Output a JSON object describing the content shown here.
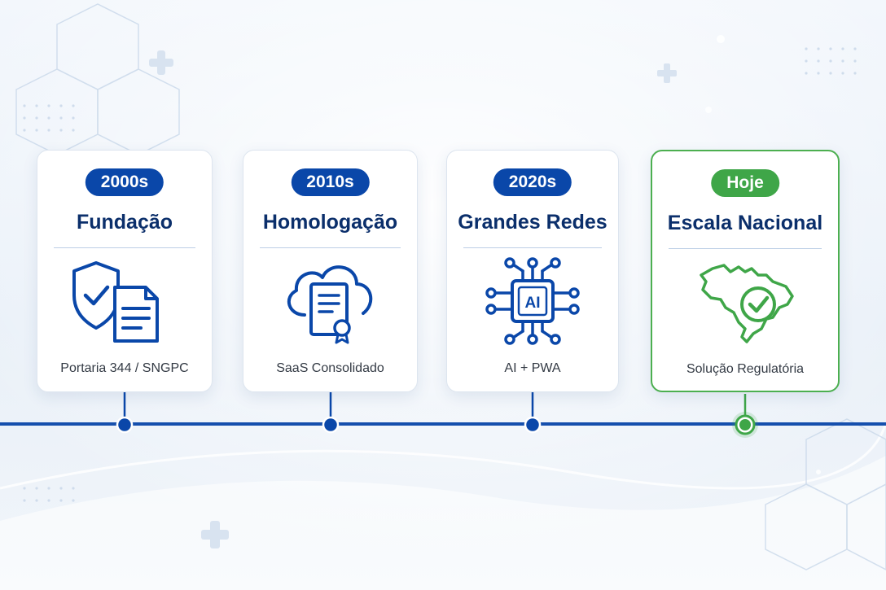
{
  "timeline": {
    "items": [
      {
        "period": "2000s",
        "title": "Fundação",
        "caption": "Portaria 344 / SNGPC",
        "icon": "shield-document-icon"
      },
      {
        "period": "2010s",
        "title": "Homologação",
        "caption": "SaaS Consolidado",
        "icon": "cloud-certificate-icon"
      },
      {
        "period": "2020s",
        "title": "Grandes Redes",
        "caption": "AI + PWA",
        "icon": "ai-chip-icon",
        "chip_label": "AI"
      },
      {
        "period": "Hoje",
        "title": "Escala Nacional",
        "caption": "Solução Regulatória",
        "icon": "brazil-map-check-icon",
        "highlighted": true
      }
    ]
  },
  "colors": {
    "primary": "#0a47a9",
    "dark_title": "#0b2f6b",
    "highlight": "#3fa648",
    "line": "#0a47a9"
  }
}
